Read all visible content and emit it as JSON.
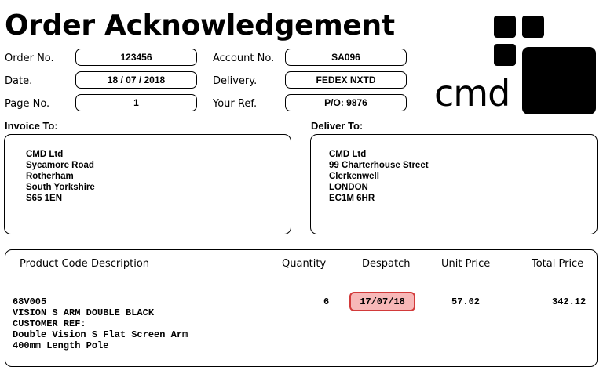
{
  "title": "Order Acknowledgement",
  "fields": {
    "order_no": {
      "label": "Order No.",
      "value": "123456"
    },
    "date": {
      "label": "Date.",
      "value": "18 / 07 / 2018"
    },
    "page_no": {
      "label": "Page No.",
      "value": "1"
    },
    "account_no": {
      "label": "Account No.",
      "value": "SA096"
    },
    "delivery": {
      "label": "Delivery.",
      "value": "FEDEX NXTD"
    },
    "your_ref": {
      "label": "Your Ref.",
      "value": "P/O: 9876"
    }
  },
  "logo": {
    "text": "cmd",
    "icon": "cmd-squares-logo"
  },
  "invoice_to": {
    "label": "Invoice To:",
    "lines": [
      "CMD Ltd",
      "Sycamore Road",
      "Rotherham",
      "South Yorkshire",
      "S65 1EN"
    ]
  },
  "deliver_to": {
    "label": "Deliver To:",
    "lines": [
      "CMD Ltd",
      "99 Charterhouse Street",
      "Clerkenwell",
      "LONDON",
      "EC1M 6HR"
    ]
  },
  "table": {
    "headers": {
      "product_code": "Product Code",
      "description": "Description",
      "quantity": "Quantity",
      "despatch": "Despatch",
      "unit_price": "Unit Price",
      "total_price": "Total Price"
    },
    "row": {
      "code": "68V005",
      "description_lines": [
        "VISION S ARM DOUBLE BLACK",
        "CUSTOMER REF:",
        "Double Vision S Flat Screen Arm",
        "400mm Length Pole"
      ],
      "quantity": "6",
      "despatch": "17/07/18",
      "unit_price": "57.02",
      "total_price": "342.12"
    }
  },
  "colors": {
    "despatch_fill": "#f7b8b8",
    "despatch_border": "#d23a3a"
  }
}
